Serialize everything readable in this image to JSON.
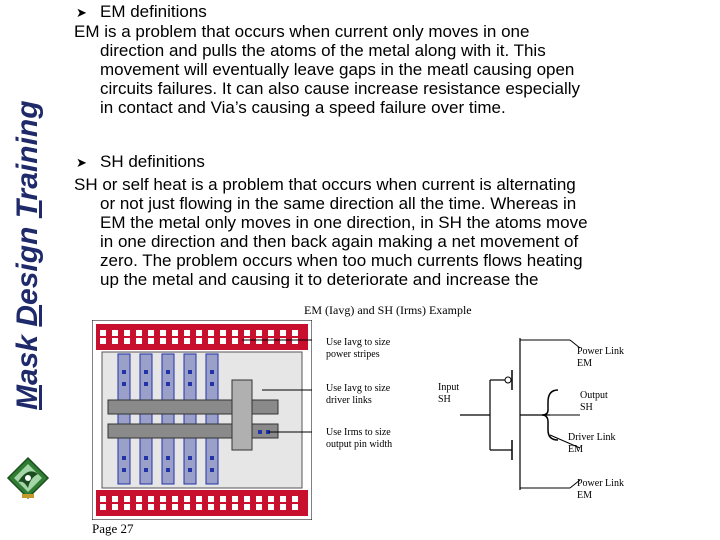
{
  "sidebar": {
    "title_parts": [
      "M",
      "ask ",
      "D",
      "esign ",
      "T",
      "raining"
    ]
  },
  "section_em": {
    "heading": "EM definitions",
    "lines": [
      "EM is a problem that occurs when current only moves in one",
      "direction and pulls the atoms of the metal along with it. This",
      "movement will eventually leave gaps in the meatl causing open",
      "circuits failures. It can also cause increase resistance especially",
      "in contact and Via’s causing a speed failure over time."
    ]
  },
  "section_sh": {
    "heading": "SH definitions",
    "lines": [
      "SH or self heat is a problem that occurs when current is alternating",
      "or not just flowing in the same direction all the time. Whereas in",
      "EM the metal only moves in one direction, in SH the atoms move",
      "in one direction and then back again making a net movement of",
      "zero. The problem occurs when too much currents flows heating",
      "up the metal and causing it to deteriorate and increase the"
    ]
  },
  "figure": {
    "title": "EM (Iavg) and SH (Irms) Example",
    "callouts": [
      {
        "line1": "Use Iavg to size",
        "line2": "power stripes"
      },
      {
        "line1": "Use Iavg to size",
        "line2": "driver links"
      },
      {
        "line1": "Use Irms to size",
        "line2": "output pin width"
      }
    ],
    "schematic_labels": {
      "power_link_top_1": "Power Link",
      "power_link_top_2": "EM",
      "input_1": "Input",
      "input_2": "SH",
      "output_1": "Output",
      "output_2": "SH",
      "driver_link_1": "Driver Link",
      "driver_link_2": "EM",
      "power_link_bottom_1": "Power Link",
      "power_link_bottom_2": "EM"
    }
  },
  "footer": {
    "page": "Page 27"
  },
  "colors": {
    "sidebar_text": "#1f2a6b",
    "layout_red": "#c8102e",
    "layout_blue": "#2233aa",
    "layout_gray": "#8a8a8a",
    "logo_green": "#2e7d32"
  }
}
